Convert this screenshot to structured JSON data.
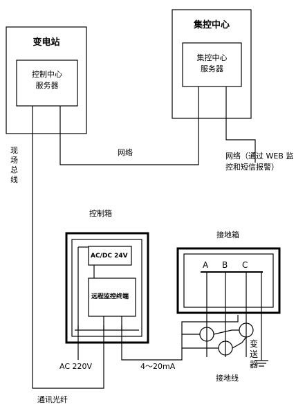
{
  "substation": {
    "title": "变电站",
    "server_line1": "控制中心",
    "server_line2": "服务器"
  },
  "control_center": {
    "title": "集控中心",
    "server_line1": "集控中心",
    "server_line2": "服务器"
  },
  "labels": {
    "field_bus": "现场总线",
    "network": "网络",
    "network_web_line1": "网络（通过 WEB 监",
    "network_web_line2": "控和短信报警）",
    "control_box": "控制箱",
    "acdc": "AC/DC 24V",
    "remote_terminal": "远程监控终端",
    "ground_box": "接地箱",
    "phase_a": "A",
    "phase_b": "B",
    "phase_c": "C",
    "transmitter_line1": "变",
    "transmitter_line2": "送",
    "transmitter_line3": "器",
    "ac220": "AC 220V",
    "current": "4～20mA",
    "ground_wire": "接地线",
    "fiber": "通讯光纤"
  },
  "colors": {
    "line": "#000000",
    "background": "#ffffff"
  }
}
